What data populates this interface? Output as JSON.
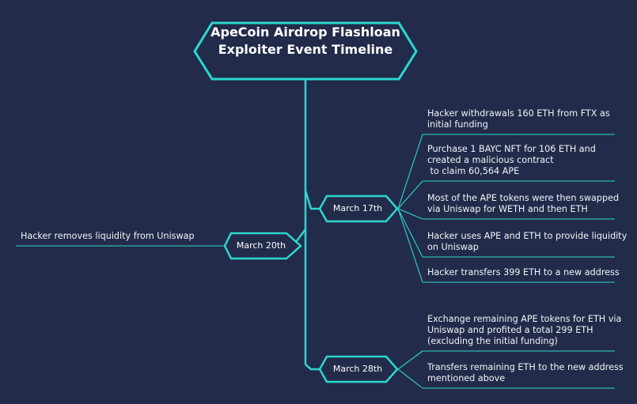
{
  "title_line1": "ApeCoin Airdrop Flashloan",
  "title_line2": "Exploiter Event Timeline",
  "colors": {
    "background": "#222b4a",
    "accent": "#2ad8cf",
    "text": "#f2f4f8"
  },
  "nodes": {
    "march17": "March 17th",
    "march20": "March 20th",
    "march28": "March 28th"
  },
  "march17_events": [
    "Hacker withdrawals 160 ETH from FTX as\ninitial funding",
    "Purchase 1 BAYC NFT for 106 ETH and\ncreated a malicious contract\n to claim 60,564 APE",
    "Most of the APE tokens were then swapped\nvia Uniswap for WETH and then ETH",
    "Hacker uses APE and ETH to provide liquidity\non Uniswap",
    "Hacker transfers 399 ETH to a new address"
  ],
  "march20_events": [
    "Hacker removes liquidity from Uniswap"
  ],
  "march28_events": [
    "Exchange remaining APE tokens for ETH via\nUniswap and profited a total 299 ETH\n(excluding the initial funding)",
    "Transfers remaining ETH to the new address\nmentioned above"
  ]
}
